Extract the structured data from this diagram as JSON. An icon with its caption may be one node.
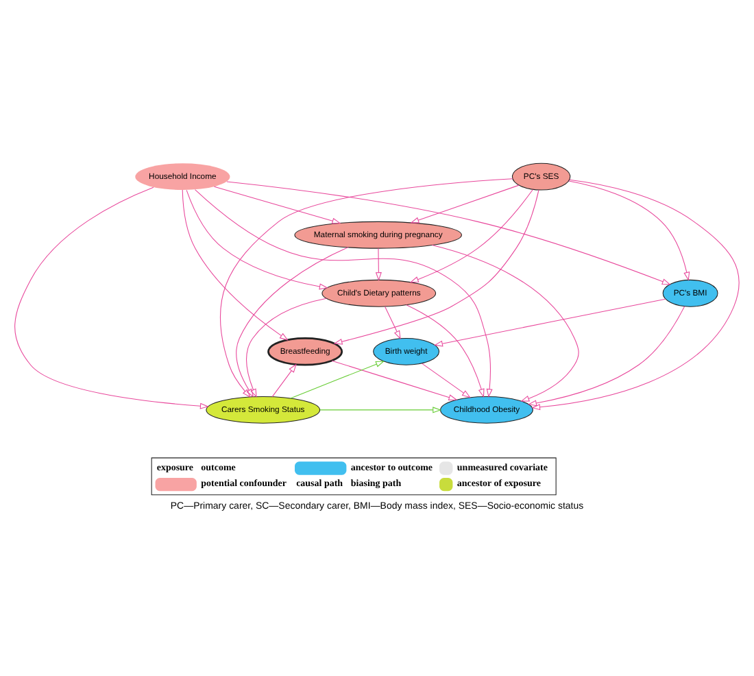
{
  "diagram": {
    "caption": "PC—Primary carer, SC—Secondary carer, BMI—Body mass index, SES—Socio-economic status",
    "nodes": [
      {
        "text": [
          "PC's SES"
        ]
      },
      {
        "text": [
          "Breastfeeding"
        ]
      },
      {
        "text": [
          "Birth weight"
        ]
      },
      {
        "text": [
          "Child's Dietary patterns"
        ]
      },
      {
        "text": [
          "Maternal smoking during pregnancy"
        ]
      },
      {
        "text": [
          "PC's BMI"
        ]
      },
      {
        "text": [
          "Household Income"
        ]
      },
      {
        "text": [
          "Carers Smoking Status"
        ]
      },
      {
        "text": [
          "Childhood Obesity"
        ]
      }
    ],
    "edges": [
      {
        "from": 0,
        "to": 1,
        "arrow": "to"
      },
      {
        "from": 0,
        "to": 5,
        "arrow": "to"
      },
      {
        "from": 0,
        "to": 8,
        "arrow": "to"
      },
      {
        "from": 0,
        "to": 3,
        "arrow": "to"
      },
      {
        "from": 0,
        "to": 4,
        "arrow": "to"
      },
      {
        "from": 0,
        "to": 7,
        "arrow": "to"
      },
      {
        "from": 3,
        "to": 2,
        "arrow": "to"
      },
      {
        "from": 3,
        "to": 7,
        "arrow": "to"
      },
      {
        "from": 3,
        "to": 8,
        "arrow": "to"
      },
      {
        "from": 4,
        "to": 3,
        "arrow": "to"
      },
      {
        "from": 4,
        "to": 7,
        "arrow": "to"
      },
      {
        "from": 4,
        "to": 8,
        "arrow": "to"
      },
      {
        "from": 6,
        "to": 7,
        "arrow": "to"
      },
      {
        "from": 6,
        "to": 8,
        "arrow": "to"
      },
      {
        "from": 6,
        "to": 1,
        "arrow": "to"
      },
      {
        "from": 6,
        "to": 4,
        "arrow": "to"
      },
      {
        "from": 6,
        "to": 3,
        "arrow": "to"
      },
      {
        "from": 6,
        "to": 5,
        "arrow": "to"
      },
      {
        "from": 7,
        "to": 1,
        "arrow": "to"
      },
      {
        "from": 7,
        "to": 2,
        "arrow": "to",
        "color": "#66cc33"
      },
      {
        "from": 7,
        "to": 8,
        "arrow": "to",
        "color": "#66cc33"
      },
      {
        "from": 5,
        "to": 2,
        "arrow": "to"
      },
      {
        "from": 5,
        "to": 8,
        "arrow": "to"
      },
      {
        "from": 1,
        "to": 8,
        "arrow": "to"
      },
      {
        "from": 2,
        "to": 8,
        "arrow": "to"
      }
    ],
    "legend": [
      {
        "text": "exposure"
      },
      {
        "text": "outcome"
      },
      {
        "text": "ancestor to outcome",
        "color": "#41bfef"
      },
      {
        "text": "unmeasured covariate",
        "color": "#e6e6e6"
      },
      {
        "text": "potential confounder",
        "color": "#f8a3a3"
      },
      {
        "text": "causal path"
      },
      {
        "text": "biasing path"
      },
      {
        "text": "ancestor of exposure",
        "color": "#c8dc3c"
      }
    ]
  }
}
